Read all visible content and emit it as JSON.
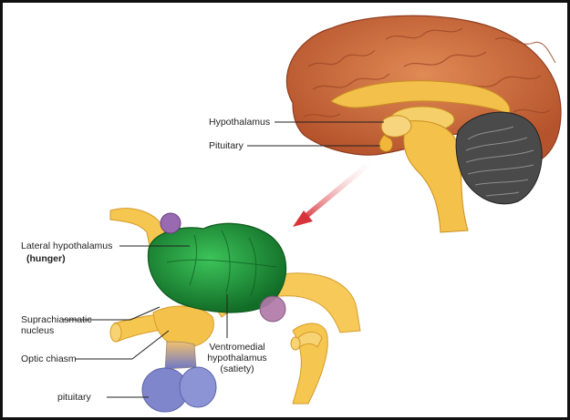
{
  "labels": {
    "hypothalamus": "Hypothalamus",
    "pituitary_top": "Pituitary",
    "lateral_hypothalamus": "Lateral hypothalamus",
    "hunger": "(hunger)",
    "suprachiasmatic_1": "Suprachiasmatic",
    "suprachiasmatic_2": "nucleus",
    "optic_chiasm": "Optic chiasm",
    "pituitary_bottom": "pituitary",
    "ventromedial_1": "Ventromedial",
    "ventromedial_2": "hypothalamus",
    "satiety": "(satiety)"
  },
  "colors": {
    "cortex": "#d2703f",
    "cortex_dark": "#9c4424",
    "cerebellum": "#4a4a4a",
    "brainstem": "#f4c24a",
    "hypothalamus_green": "#1f9a3a",
    "pituitary_blue": "#7f86cc",
    "nucleus_purple": "#9a6ab0",
    "arrow": "#d8333a",
    "leader_line": "#222222"
  }
}
